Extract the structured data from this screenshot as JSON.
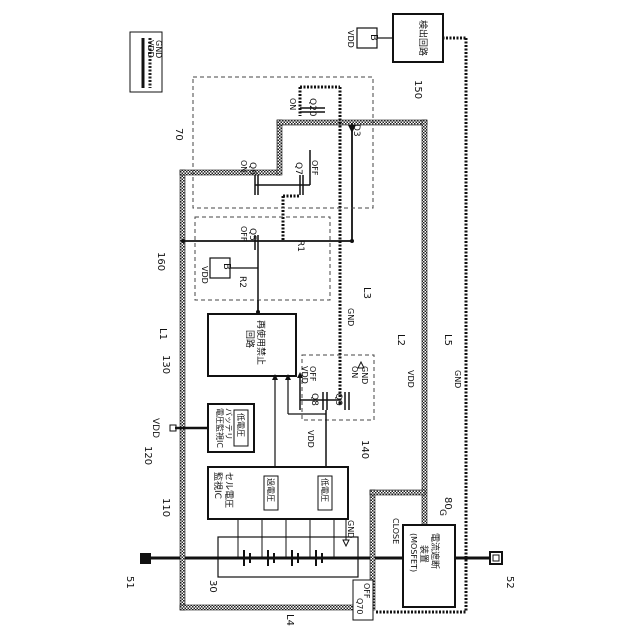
{
  "legend": {
    "vdd": "VDD",
    "gnd": "GND"
  },
  "refs": {
    "r30": "30",
    "r51": "51",
    "r52": "52",
    "r70": "70",
    "r80": "80",
    "r110": "110",
    "r120": "120",
    "r130": "130",
    "r140": "140",
    "r150": "150",
    "r160": "160",
    "L1": "L1",
    "L2": "L2",
    "L3": "L3",
    "L4": "L4",
    "L5": "L5"
  },
  "blocks": {
    "cell_monitor": {
      "title1": "セル電圧",
      "title2": "監視IC",
      "over": "過電圧",
      "under": "低電圧"
    },
    "battery_monitor": {
      "title1": "バッテリ",
      "title2": "電圧監視IC",
      "under": "低電圧"
    },
    "reuse": {
      "title1": "再使用禁止",
      "title2": "回路"
    },
    "breaker": {
      "title1": "電流遮断",
      "title2": "装置",
      "title3": "(MOSFET)",
      "close": "CLOSE",
      "gate": "G"
    },
    "detector": {
      "title": "検出回路"
    }
  },
  "components": {
    "Q5": "Q5",
    "Q6": "Q6",
    "Q7": "Q7",
    "Q8": "Q8",
    "Q9": "Q9",
    "Q20": "Q20",
    "Q70": "Q70",
    "D3": "D3",
    "R1": "R1",
    "R2": "R2",
    "B": "B"
  },
  "signals": {
    "vdd": "VDD",
    "gnd": "GND",
    "on": "ON",
    "off": "OFF"
  }
}
